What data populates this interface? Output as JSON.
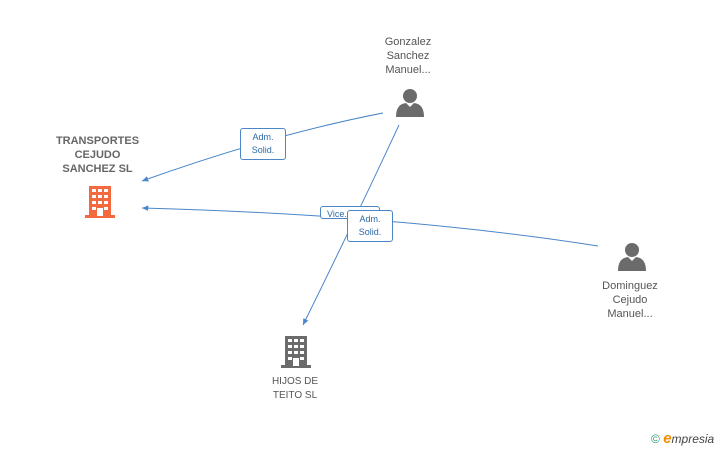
{
  "nodes": {
    "transportes": {
      "label_lines": [
        "TRANSPORTES",
        "CEJUDO",
        "SANCHEZ SL"
      ],
      "type": "company",
      "color": "#f26a3e"
    },
    "hijos": {
      "label_lines": [
        "HIJOS DE",
        "TEITO SL"
      ],
      "type": "company",
      "color": "#6b6b6b"
    },
    "gonzalez": {
      "label_lines": [
        "Gonzalez",
        "Sanchez",
        "Manuel..."
      ],
      "type": "person",
      "color": "#6b6b6b"
    },
    "dominguez": {
      "label_lines": [
        "Dominguez",
        "Cejudo",
        "Manuel..."
      ],
      "type": "person",
      "color": "#6b6b6b"
    }
  },
  "edges": {
    "gonzalez_transportes": {
      "line1": "Adm.",
      "line2": "Solid."
    },
    "gonzalez_hijos": {
      "line1": "Adm.",
      "line2": "Solid."
    },
    "dominguez_transportes": {
      "line1": "Vice..."
    }
  },
  "colors": {
    "edge": "#4a86c8"
  },
  "footer": {
    "copyright": "©",
    "brand_initial": "e",
    "brand_rest": "mpresia"
  }
}
